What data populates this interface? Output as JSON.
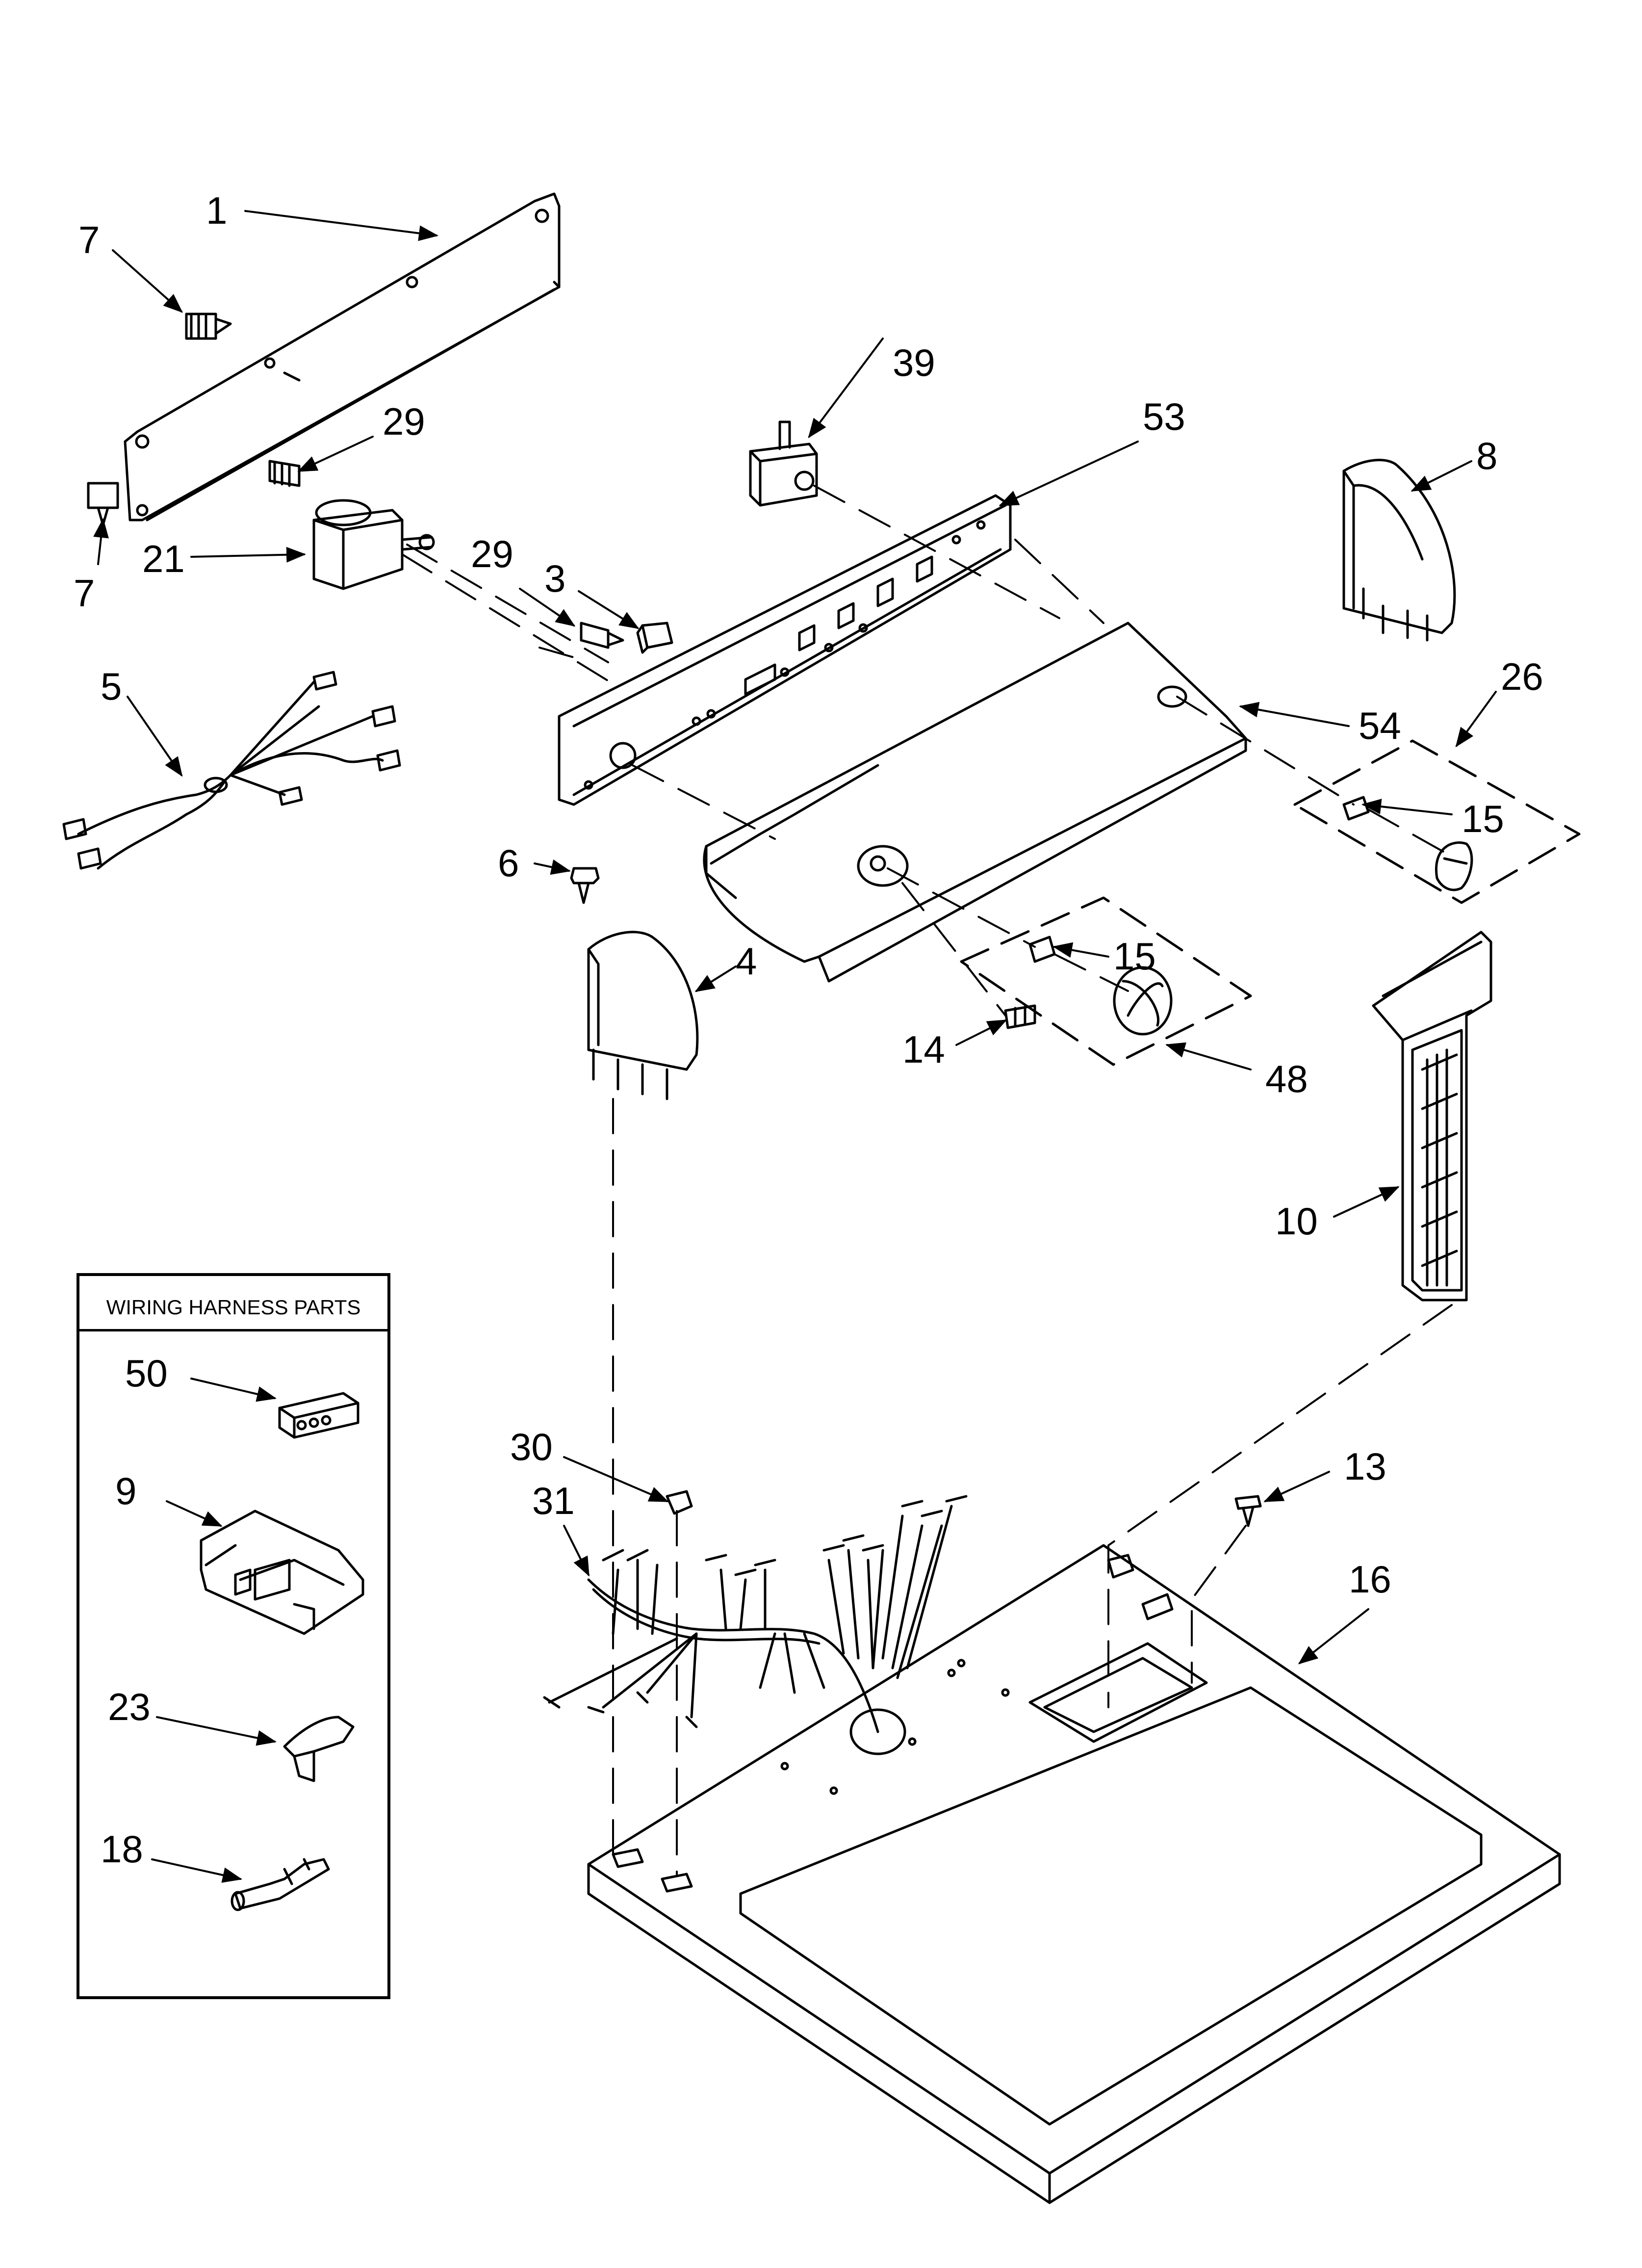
{
  "diagram": {
    "legend_title": "WIRING HARNESS PARTS",
    "parts": {
      "p1": "1",
      "p7a": "7",
      "p7b": "7",
      "p29a": "29",
      "p29b": "29",
      "p21": "21",
      "p3": "3",
      "p39": "39",
      "p53": "53",
      "p8": "8",
      "p5": "5",
      "p26": "26",
      "p54": "54",
      "p15a": "15",
      "p15b": "15",
      "p6": "6",
      "p4": "4",
      "p14": "14",
      "p48": "48",
      "p10": "10",
      "p50": "50",
      "p9": "9",
      "p23": "23",
      "p18": "18",
      "p30": "30",
      "p31": "31",
      "p13": "13",
      "p16": "16"
    }
  }
}
